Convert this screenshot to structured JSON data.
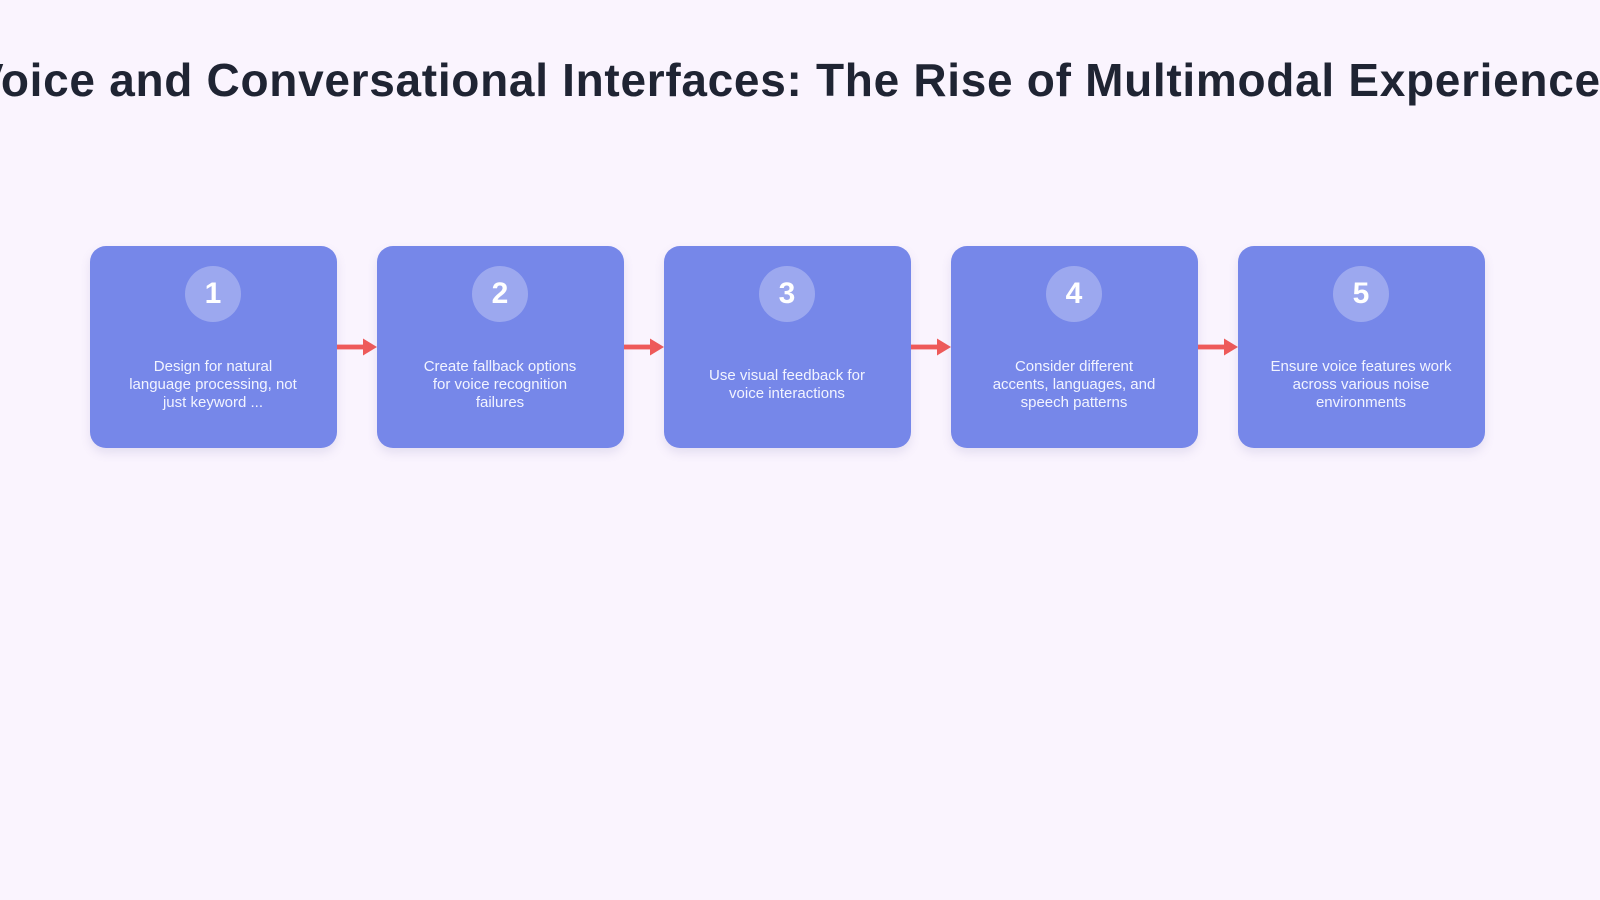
{
  "title": "Voice and Conversational Interfaces: The Rise of Multimodal Experiences",
  "colors": {
    "background": "#faf4fe",
    "title_text": "#1f2433",
    "card_background": "#7687e9",
    "card_text": "#f2f4ff",
    "badge_background": "rgba(255,255,255,0.28)",
    "arrow": "#ee5a5a"
  },
  "steps": [
    {
      "number": "1",
      "text": "Design for natural\nlanguage processing, not\njust keyword ..."
    },
    {
      "number": "2",
      "text": "Create fallback options\nfor voice recognition\nfailures"
    },
    {
      "number": "3",
      "text": "Use visual feedback for\nvoice interactions"
    },
    {
      "number": "4",
      "text": "Consider different\naccents, languages, and\nspeech patterns"
    },
    {
      "number": "5",
      "text": "Ensure voice features work\nacross various noise\nenvironments"
    }
  ]
}
